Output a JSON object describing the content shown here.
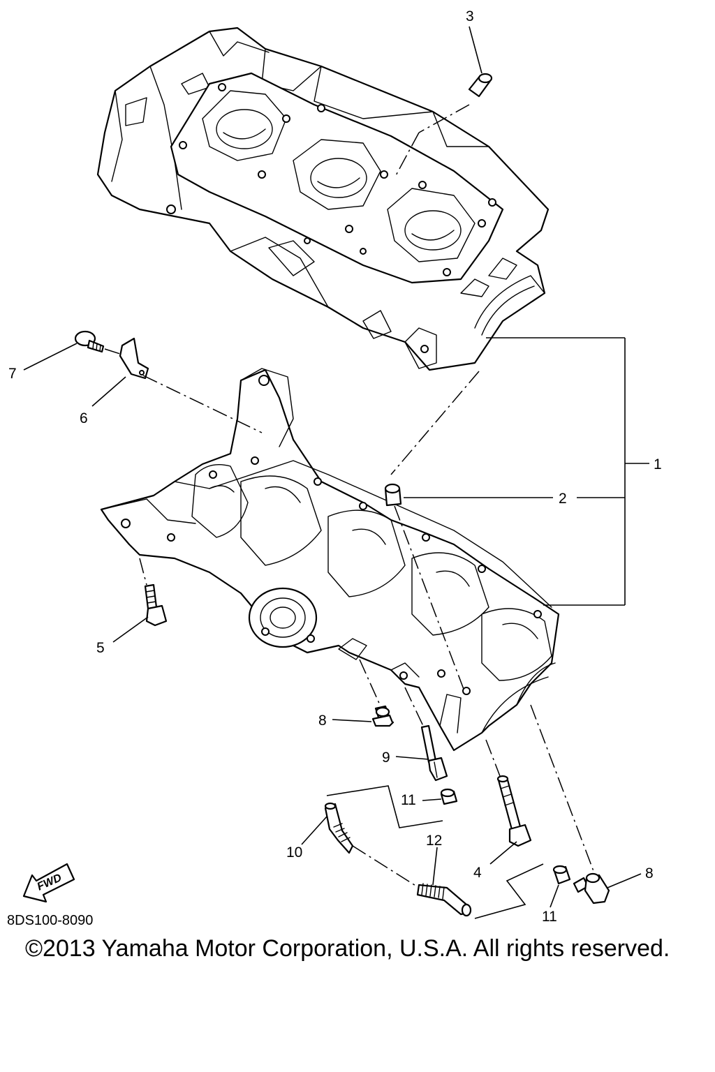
{
  "callouts": {
    "c1": "1",
    "c2": "2",
    "c3": "3",
    "c4": "4",
    "c5": "5",
    "c6": "6",
    "c7": "7",
    "c8_top": "8",
    "c8_right": "8",
    "c9": "9",
    "c10": "10",
    "c11_top": "11",
    "c11_bottom": "11",
    "c12": "12"
  },
  "fwd_label": "FWD",
  "diagram_code": "8DS100-8090",
  "copyright": "©2013 Yamaha Motor Corporation, U.S.A. All rights reserved."
}
